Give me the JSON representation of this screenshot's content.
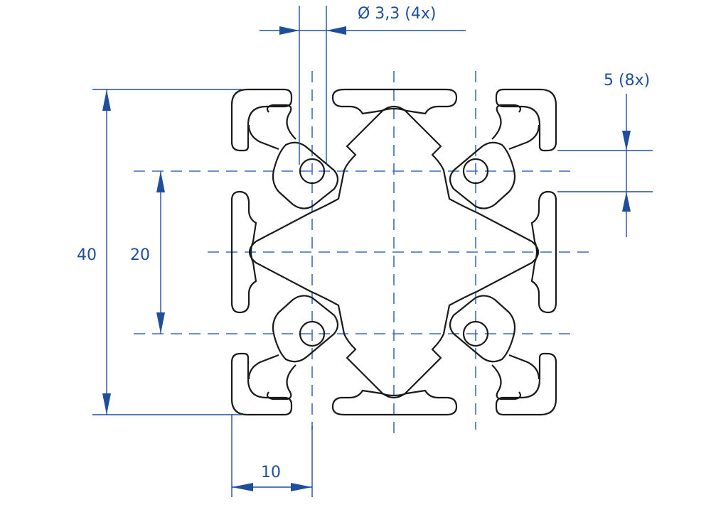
{
  "diagram": {
    "labels": {
      "hole_diameter": "Ø 3,3 (4x)",
      "slot_width": "5 (8x)",
      "overall_height": "40",
      "hole_spacing": "20",
      "edge_offset": "10"
    },
    "colors": {
      "dimension": "#1f4e9c",
      "centerline": "#3a6cbf",
      "outline": "#1a1a1a",
      "background": "#ffffff"
    }
  }
}
